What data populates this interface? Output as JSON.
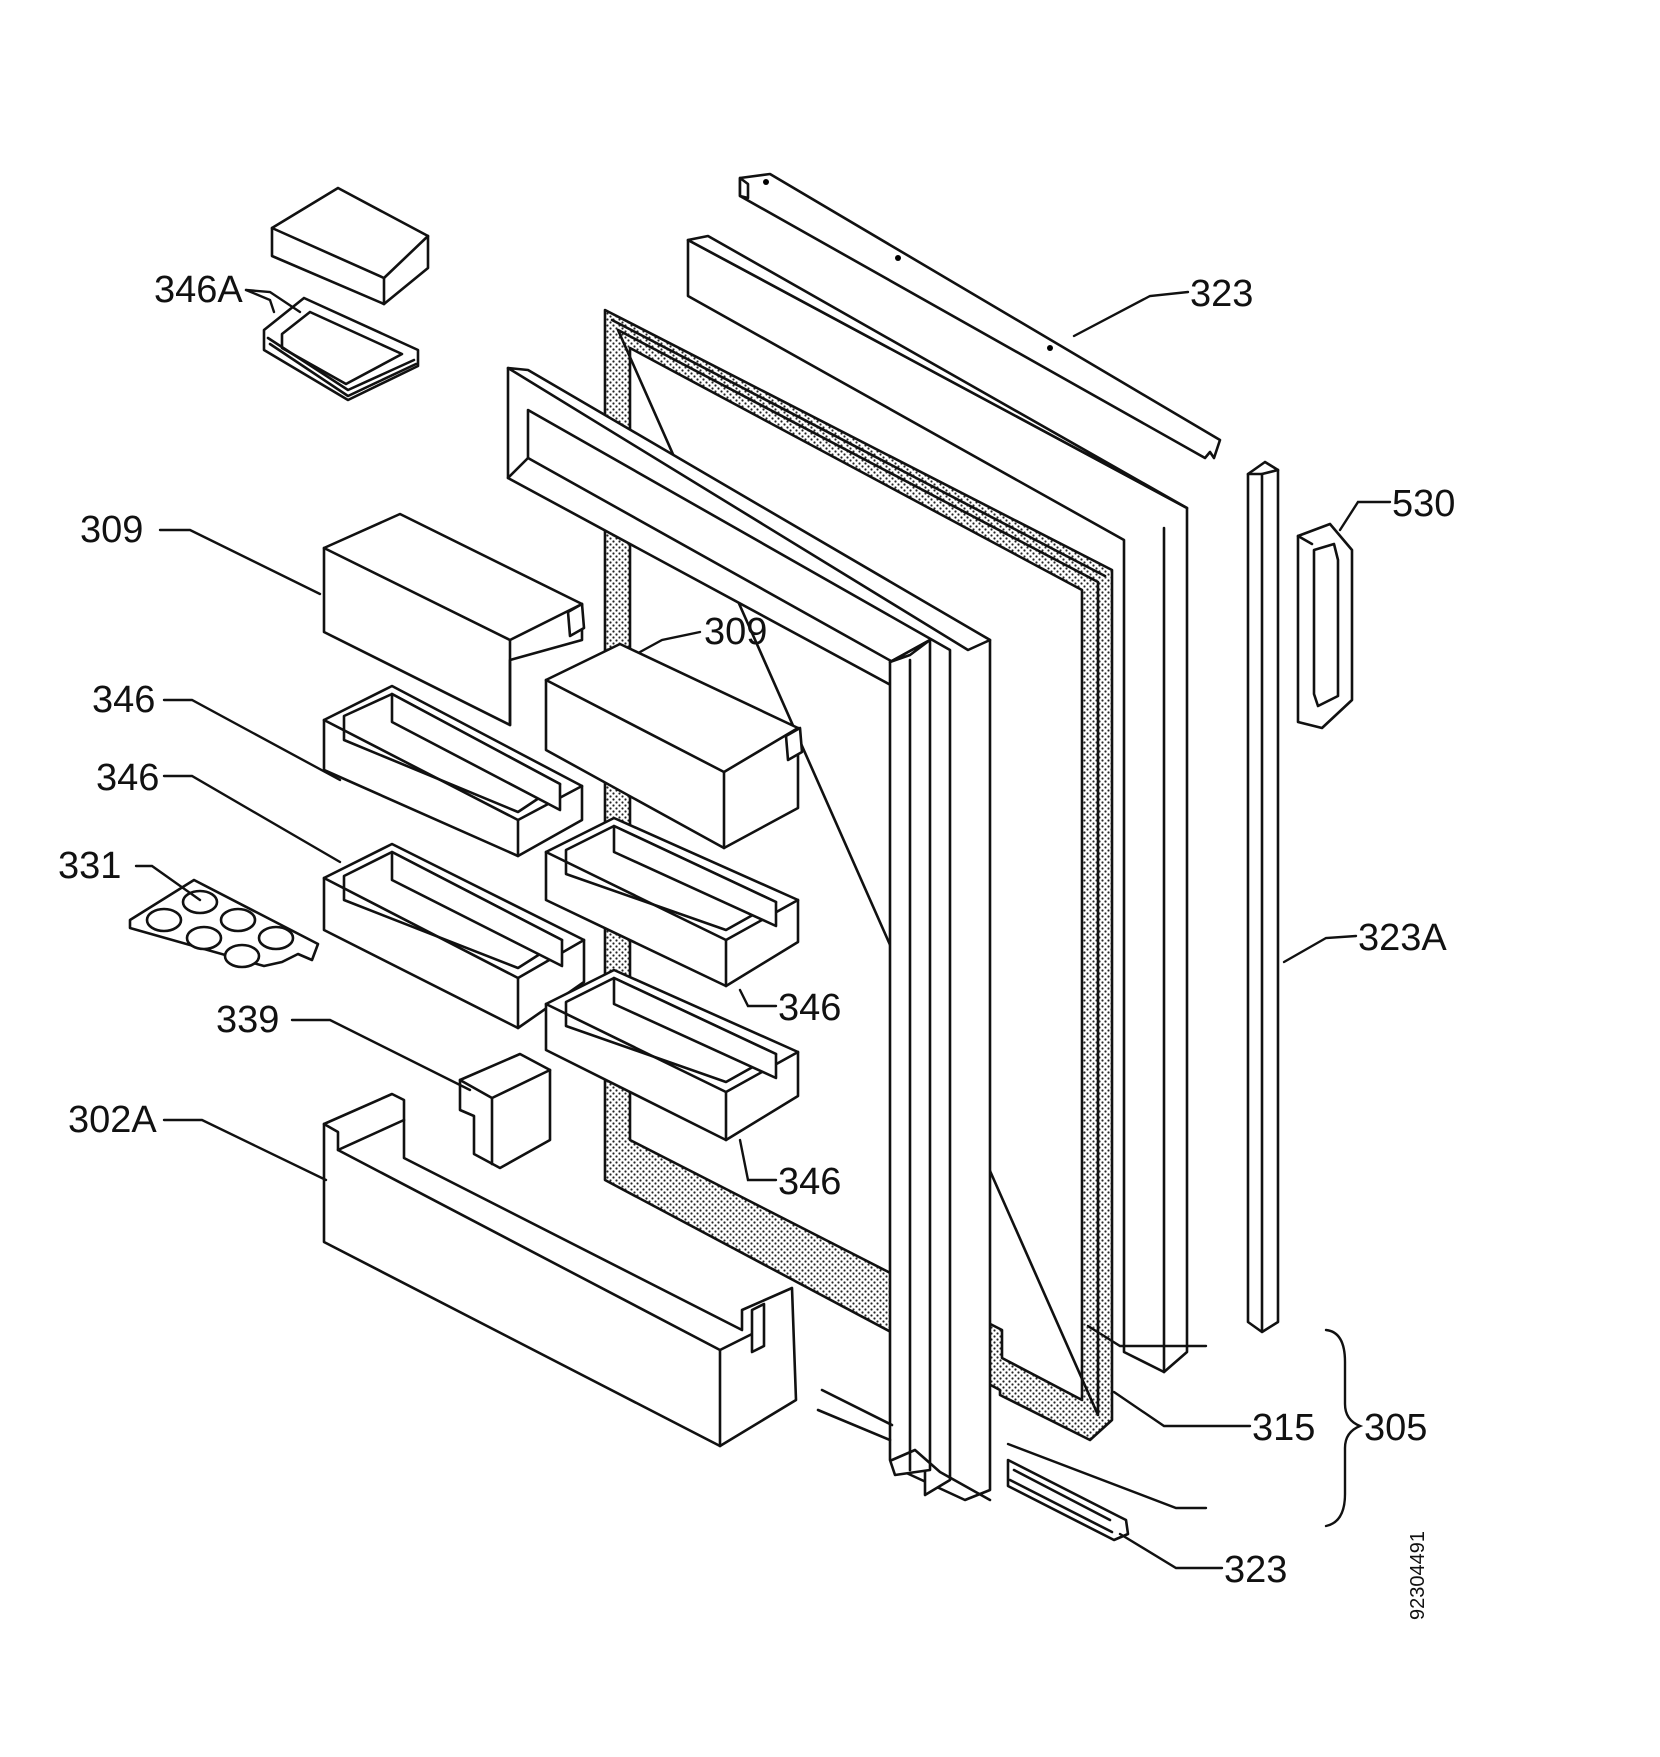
{
  "labels": {
    "l_346A": "346A",
    "l_309a": "309",
    "l_309b": "309",
    "l_346a": "346",
    "l_346b": "346",
    "l_331": "331",
    "l_339": "339",
    "l_302A": "302A",
    "l_346c": "346",
    "l_346d": "346",
    "l_323top": "323",
    "l_530": "530",
    "l_323A": "323A",
    "l_315": "315",
    "l_305": "305",
    "l_323bot": "323"
  },
  "drawing_number": "92304491"
}
